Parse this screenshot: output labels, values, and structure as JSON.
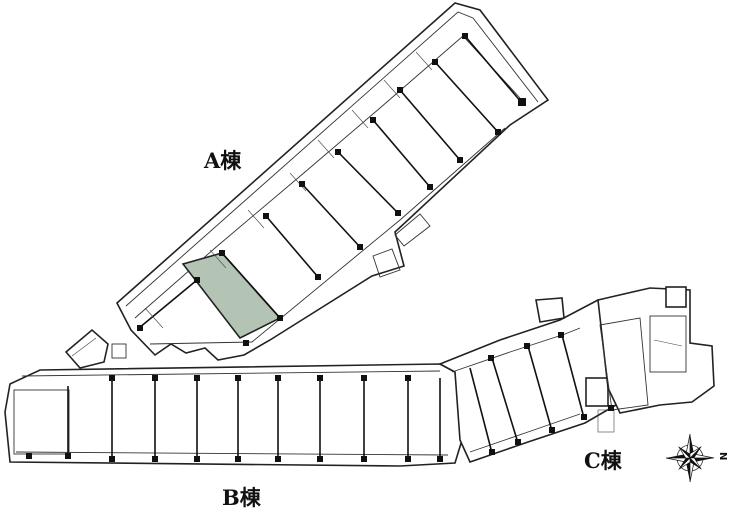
{
  "buildings": {
    "a_label": "A棟",
    "b_label": "B棟",
    "c_label": "C棟"
  },
  "compass": {
    "north_letter": "N"
  },
  "colors": {
    "highlight_unit": "#b4c4b4",
    "line": "#222222",
    "background": "#ffffff"
  },
  "icons": [
    "compass-rose-icon"
  ]
}
